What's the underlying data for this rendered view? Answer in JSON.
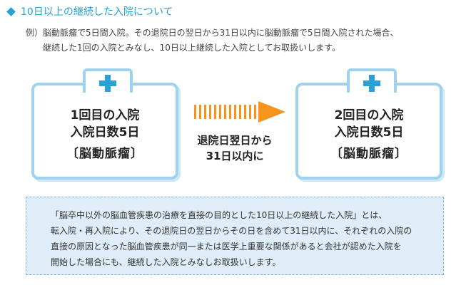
{
  "heading": {
    "title": "10日以上の継続した入院について"
  },
  "example": {
    "line1": "例）脳動脈瘤で5日間入院。その退院日の翌日から31日以内に脳動脈瘤で5日間入院された場合、",
    "line2": "継続した1回の入院とみなし、10日以上継続した入院としてお取扱いします。"
  },
  "card1": {
    "line1": "1回目の入院",
    "line2": "入院日数5日",
    "disease": "〔脳動脈瘤〕"
  },
  "card2": {
    "line1": "2回目の入院",
    "line2": "入院日数5日",
    "disease": "〔脳動脈瘤〕"
  },
  "arrow": {
    "line1": "退院日翌日から",
    "line2": "31日以内に"
  },
  "note": {
    "lines": [
      "「脳卒中以外の脳血管疾患の治療を直接の目的とした10日以上の継続した入院」とは、",
      "転入院・再入院により、その退院日の翌日からその日を含めて31日以内に、それぞれの入院の",
      "直接の原因となった脳血管疾患が同一または医学上重要な関係があると会社が認めた入院を",
      "開始した場合にも、継続した入院とみなしお取扱いします。"
    ]
  },
  "colors": {
    "accent": "#2a9fd8",
    "card_border": "#9fd2ef",
    "arrow": "#f7941d",
    "note_bg": "#dfedf8"
  },
  "icons": {
    "bullet": "diamond-icon",
    "card": "medical-cross-icon",
    "arrow": "right-arrow-icon"
  }
}
